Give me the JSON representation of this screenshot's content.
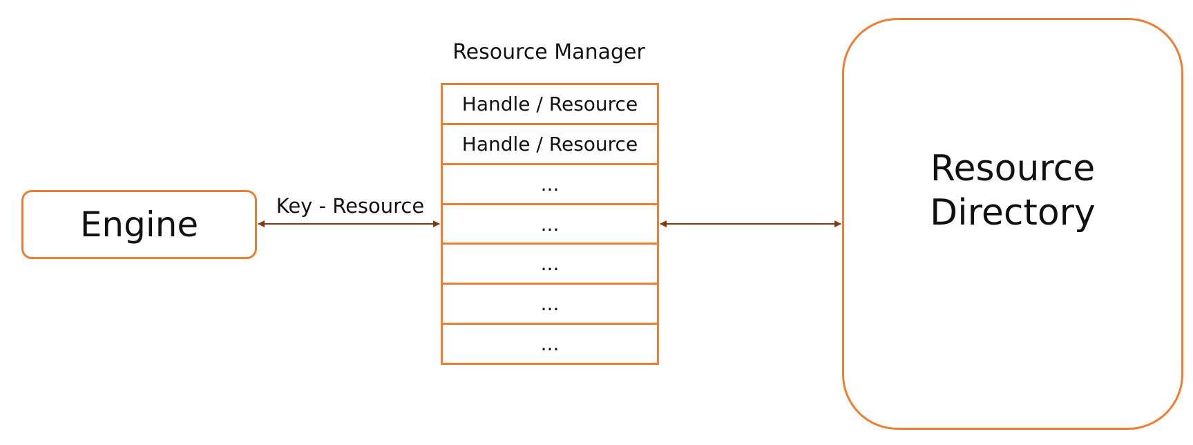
{
  "engine": {
    "label": "Engine"
  },
  "resource_manager": {
    "title": "Resource Manager",
    "slots": [
      "Handle / Resource",
      "Handle / Resource",
      "...",
      "...",
      "...",
      "...",
      "..."
    ]
  },
  "resource_directory": {
    "label_line1": "Resource",
    "label_line2": "Directory"
  },
  "connectors": {
    "engine_manager_label": "Key - Resource"
  },
  "colors": {
    "box_border": "#ED7D31",
    "arrow": "#843C0C"
  }
}
